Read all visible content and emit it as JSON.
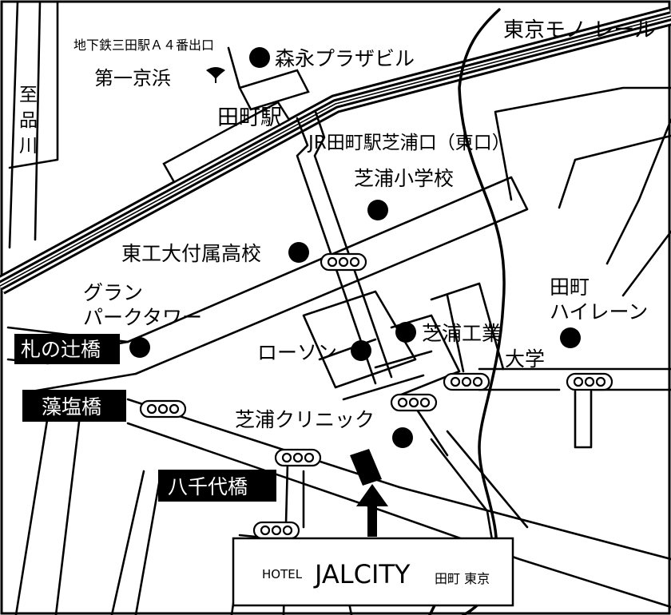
{
  "title_line": "東京モノ レール",
  "labels": {
    "subway_exit": "地下鉄三田駅Ａ４番出口",
    "daiichi_keihin": "第一京浜",
    "morinaga": "森永プラザビル",
    "tamachi_station": "田町駅",
    "jr_exit": "JR田町駅芝浦口（東口）",
    "shibaura_elementary": "芝浦小学校",
    "toko_high": "東工大付属高校",
    "grand_park_1": "グラン",
    "grand_park_2": "パークタワー",
    "tamachi_hilane_1": "田町",
    "tamachi_hilane_2": "ハイレーン",
    "lawson": "ローソン",
    "shibaura_it_1": "芝浦工業",
    "shibaura_it_2": "大学",
    "shibaura_clinic": "芝浦クリニック",
    "to_shinagawa_1": "至",
    "to_shinagawa_2": "品",
    "to_shinagawa_3": "川"
  },
  "bridges": {
    "fuda_no_tsuji": "札の辻橋",
    "mogishio": "藻塩橋",
    "yachiyo": "八千代橋"
  },
  "hotel": {
    "prefix": "HOTEL",
    "name": "JALCITY",
    "suffix": "田町 東京"
  }
}
